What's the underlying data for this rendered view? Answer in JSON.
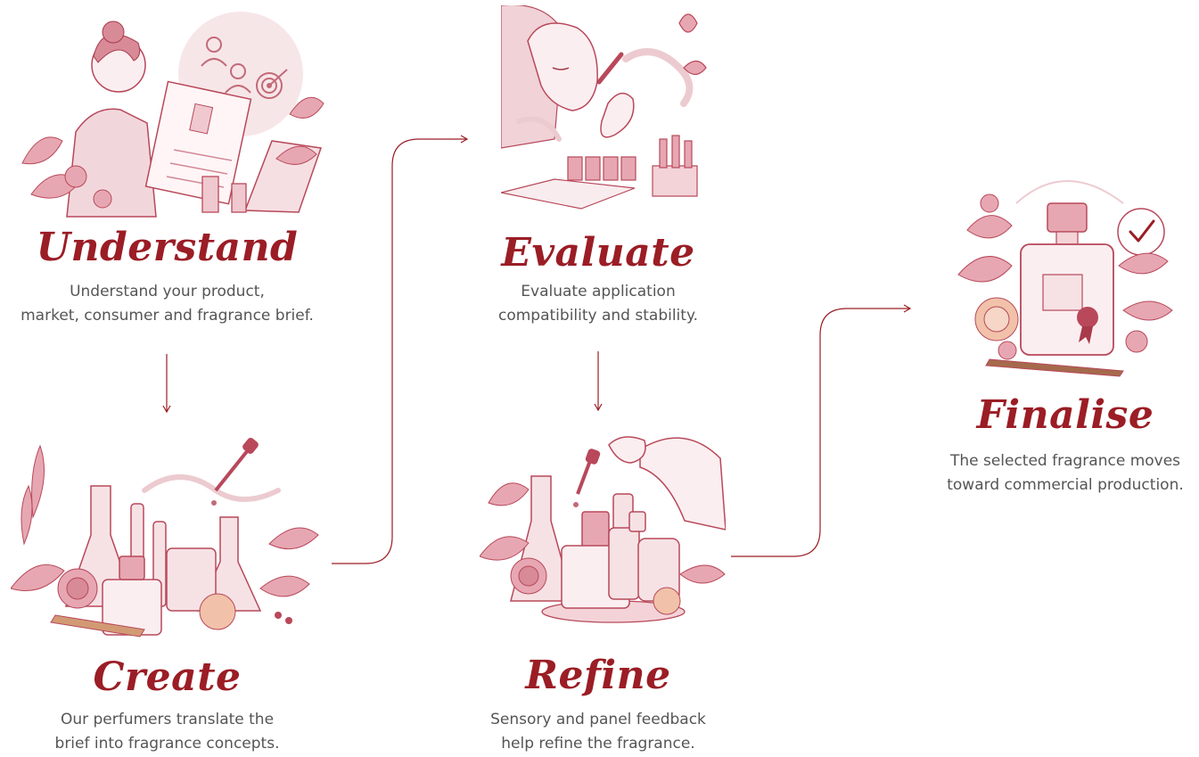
{
  "colors": {
    "accent": "#9b1d25",
    "ink": "#b8485a",
    "text": "#555555",
    "arrow": "#9b1d25"
  },
  "steps": [
    {
      "id": "understand",
      "title": "Understand",
      "desc_lines": [
        "Understand your product,",
        "market, consumer and fragrance brief."
      ],
      "illustration": "perfumer-studying-brief-illustration"
    },
    {
      "id": "create",
      "title": "Create",
      "desc_lines": [
        "Our perfumers translate the",
        "brief into fragrance concepts."
      ],
      "illustration": "lab-glassware-and-botanicals-illustration"
    },
    {
      "id": "evaluate",
      "title": "Evaluate",
      "desc_lines": [
        "Evaluate application",
        "compatibility and stability."
      ],
      "illustration": "perfumer-smelling-blotter-illustration"
    },
    {
      "id": "refine",
      "title": "Refine",
      "desc_lines": [
        "Sensory and panel feedback",
        "help refine the fragrance."
      ],
      "illustration": "dropper-over-bottles-illustration"
    },
    {
      "id": "finalise",
      "title": "Finalise",
      "desc_lines": [
        "The selected fragrance moves",
        "toward commercial production."
      ],
      "illustration": "finished-perfume-bottle-with-check-illustration"
    }
  ]
}
